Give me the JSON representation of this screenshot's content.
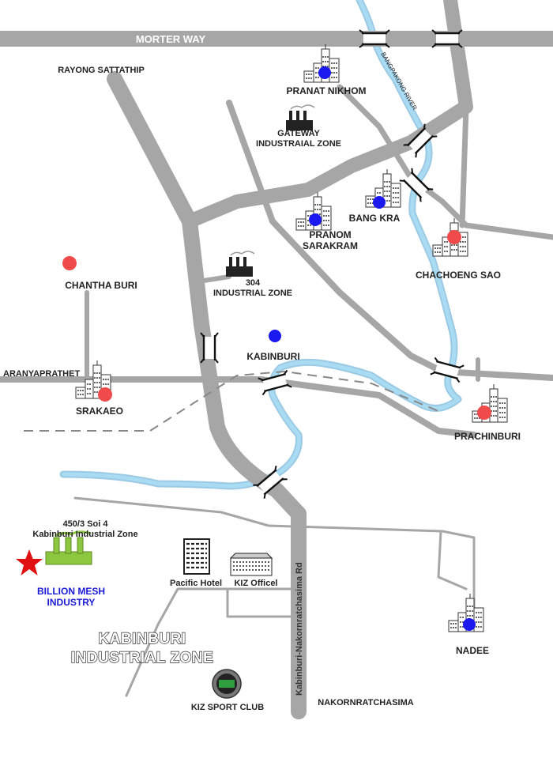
{
  "roads": {
    "morter_way": "MORTER WAY",
    "rayong": "RAYONG SATTATHIP",
    "aranyaprathet": "ARANYAPRATHET",
    "kabinburi_nakorn_rd": "Kabinburi-Nakornratchasima Rd",
    "nakornratchasima": "NAKORNRATCHASIMA"
  },
  "river": {
    "name": "BANGPAKONG RIVER"
  },
  "towns": {
    "pranat_nikhom": "PRANAT NIKHOM",
    "bang_kra": "BANG KRA",
    "pranom_1": "PRANOM",
    "pranom_2": "SARAKRAM",
    "chachoeng_sao": "CHACHOENG SAO",
    "chantha_buri": "CHANTHA BURI",
    "kabinburi": "KABINBURI",
    "srakaeo": "SRAKAEO",
    "prachinburi": "PRACHINBURI",
    "nadee": "NADEE"
  },
  "zones": {
    "gateway_1": "GATEWAY",
    "gateway_2": "INDUSTRAIAL ZONE",
    "z304_1": "304",
    "z304_2": "INDUSTRIAL ZONE"
  },
  "company": {
    "address_1": "450/3 Soi 4",
    "address_2": "Kabinburi Industrial Zone",
    "name_1": "BILLION MESH",
    "name_2": "INDUSTRY"
  },
  "kiz": {
    "pacific_hotel": "Pacific Hotel",
    "kiz_office": "KIZ Officel",
    "title_1": "KABINBURI",
    "title_2": "INDUSTRIAL ZONE",
    "sport_club": "KIZ SPORT CLUB"
  },
  "colors": {
    "road": "#a6a6a6",
    "river": "#7ec3e6",
    "blue_marker": "#1a1af0",
    "red_marker": "#f04a4a",
    "star": "#e01010",
    "factory": "#8dc63f"
  }
}
